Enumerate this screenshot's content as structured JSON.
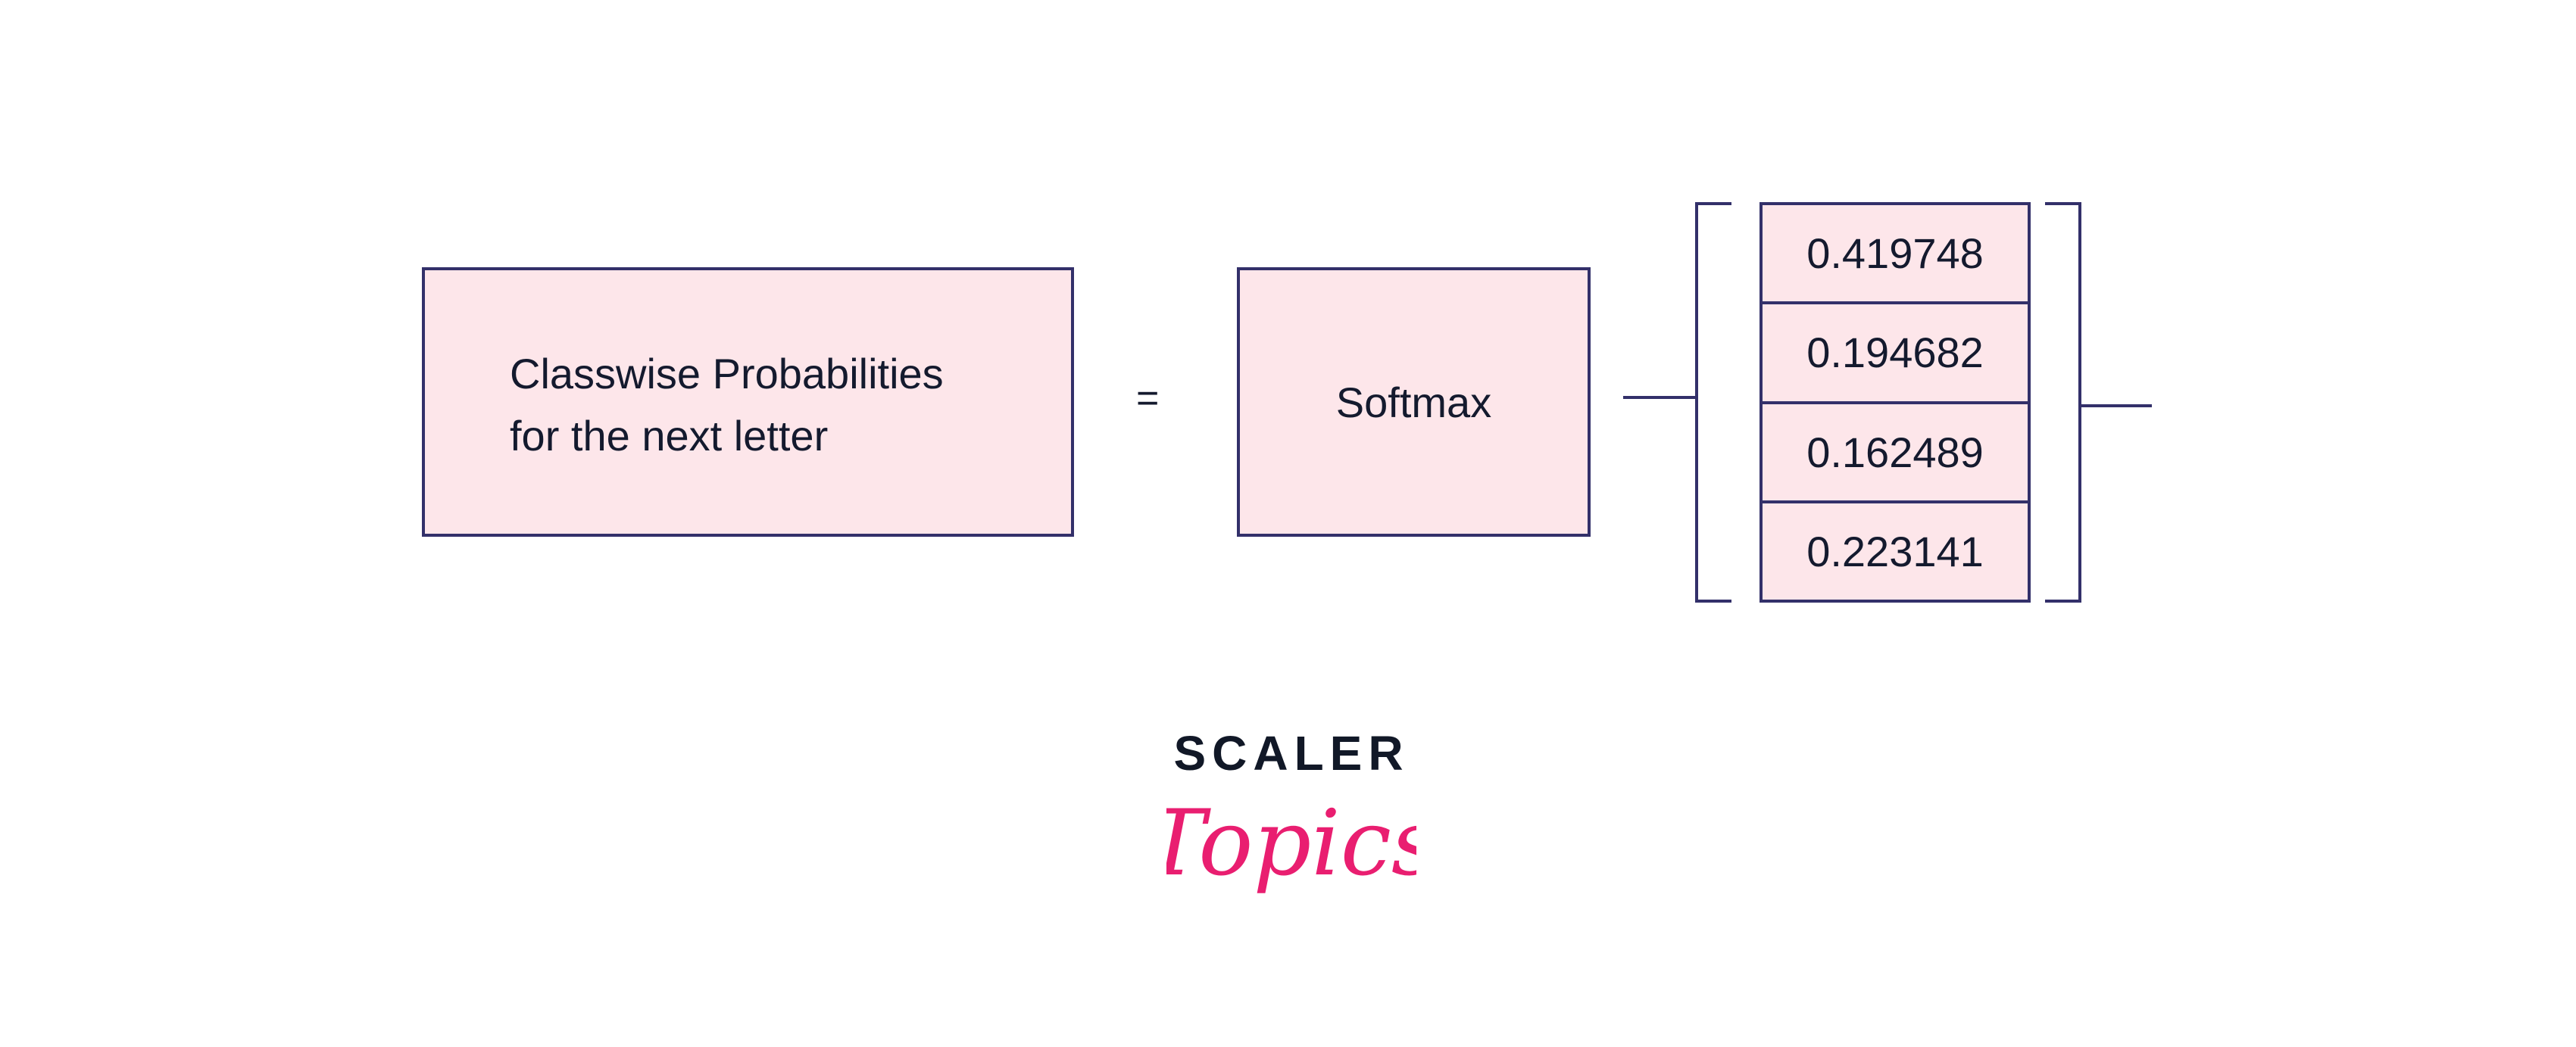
{
  "left_box": {
    "line1": "Classwise Probabilities",
    "line2": "for the next letter"
  },
  "equals": "=",
  "softmax_box": {
    "label": "Softmax"
  },
  "matrix": {
    "values": [
      "0.419748",
      "0.194682",
      "0.162489",
      "0.223141"
    ]
  },
  "logo": {
    "top": "SCALER",
    "bottom": "Topics"
  },
  "colors": {
    "stroke": "#33306a",
    "fill": "#fde6ea",
    "logo_pink": "#e91e70",
    "logo_dark": "#111827"
  }
}
